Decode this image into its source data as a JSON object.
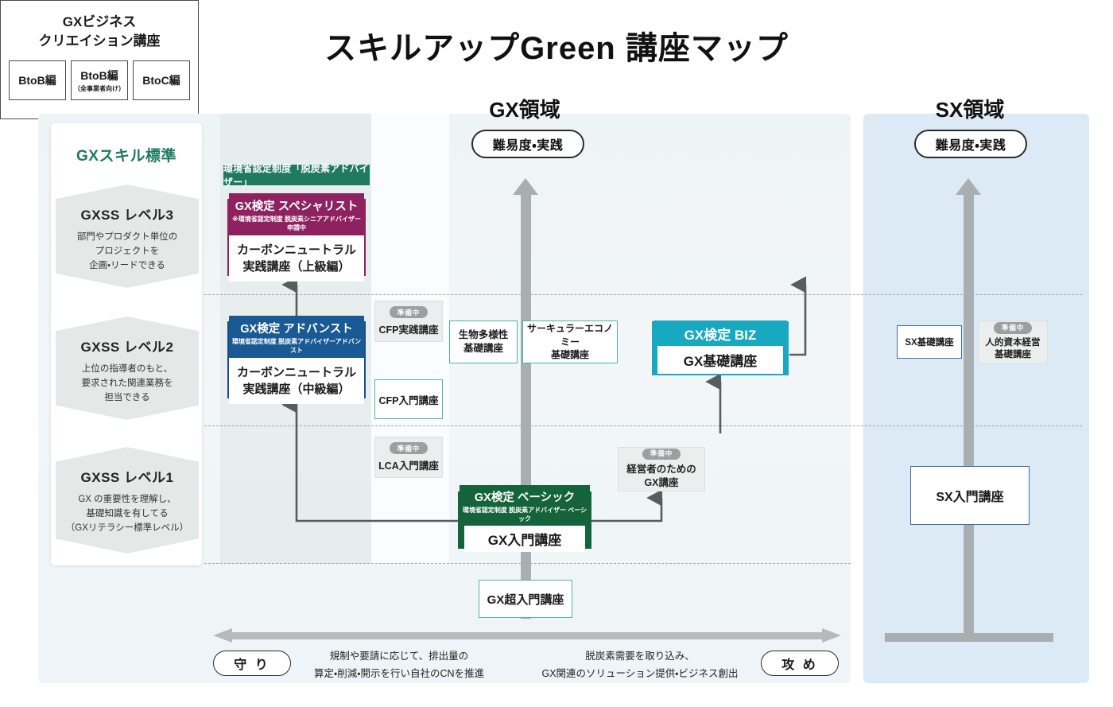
{
  "title": "スキルアップGreen 講座マップ",
  "domains": {
    "gx": {
      "header": "GX領域",
      "difficulty_pill": "難易度・実践"
    },
    "sx": {
      "header": "SX領域",
      "difficulty_pill": "難易度・実践"
    }
  },
  "skill_standard": {
    "title": "GXスキル標準",
    "levels": [
      {
        "name": "GXSS レベル3",
        "description": "部門やプロダクト単位の\nプロジェクトを\n企画・リードできる"
      },
      {
        "name": "GXSS レベル2",
        "description": "上位の指導者のもと、\n要求された関連業務を\n担当できる"
      },
      {
        "name": "GXSS レベル1",
        "description": "GX の重要性を理解し、\n基礎知識を有してる\n（GXリテラシー標準レベル）"
      }
    ]
  },
  "gx_courses": {
    "advisor_ribbon": "環境省認定制度「脱炭素アドバイザー」",
    "specialist": {
      "cert_title": "GX検定 スペシャリスト",
      "cert_note": "※環境省認定制度 脱炭素シニアアドバイザー 申請中",
      "course": "カーボンニュートラル\n実践講座（上級編）"
    },
    "advanced": {
      "cert_title": "GX検定 アドバンスト",
      "cert_note": "環境省認定制度 脱炭素アドバイザーアドバンスト",
      "course": "カーボンニュートラル\n実践講座（中級編）"
    },
    "basic": {
      "cert_title": "GX検定 ベーシック",
      "cert_note": "環境省認定制度 脱炭素アドバイザー ベーシック",
      "course": "GX入門講座"
    },
    "biz": {
      "cert_title": "GX検定 BIZ",
      "course": "GX基礎講座"
    },
    "business_creation": {
      "title": "GXビジネス\nクリエイション講座",
      "editions": [
        {
          "label": "BtoB編",
          "note": ""
        },
        {
          "label": "BtoB編",
          "note": "（全事業者向け）"
        },
        {
          "label": "BtoC編",
          "note": ""
        }
      ]
    },
    "cfp_practice": {
      "label": "CFP実践講座",
      "badge": "準備中"
    },
    "cfp_intro": {
      "label": "CFP入門講座"
    },
    "lca_intro": {
      "label": "LCA入門講座",
      "badge": "準備中"
    },
    "biodiversity": {
      "label": "生物多様性\n基礎講座"
    },
    "circular_economy": {
      "label": "サーキュラーエコノミー\n基礎講座"
    },
    "manager_gx": {
      "label": "経営者のための\nGX講座",
      "badge": "準備中"
    },
    "gx_super_intro": {
      "label": "GX超入門講座"
    }
  },
  "sx_courses": {
    "sx_basic": {
      "label": "SX基礎講座"
    },
    "human_capital": {
      "label": "人的資本経営\n基礎講座",
      "badge": "準備中"
    },
    "sx_intro": {
      "label": "SX入門講座"
    }
  },
  "axis": {
    "left_pill": "守 り",
    "right_pill": "攻 め",
    "left_text": "規制や要請に応じて、排出量の\n算定・削減・開示を行い自社のCNを推進",
    "right_text": "脱炭素需要を取り込み、\nGX関連のソリューション提供・ビジネス創出"
  },
  "colors": {
    "green": "#1f7a5e",
    "purple": "#8e2260",
    "blue": "#1a5a94",
    "dark_green": "#14633a",
    "teal": "#18a8bf",
    "teal_outline": "#4cb6a4",
    "sx_blue": "#3f6ea8",
    "arrow_gray": "#a9aeb2",
    "panel_gx": "#eef3f6",
    "panel_sx": "#dbeaf5"
  }
}
